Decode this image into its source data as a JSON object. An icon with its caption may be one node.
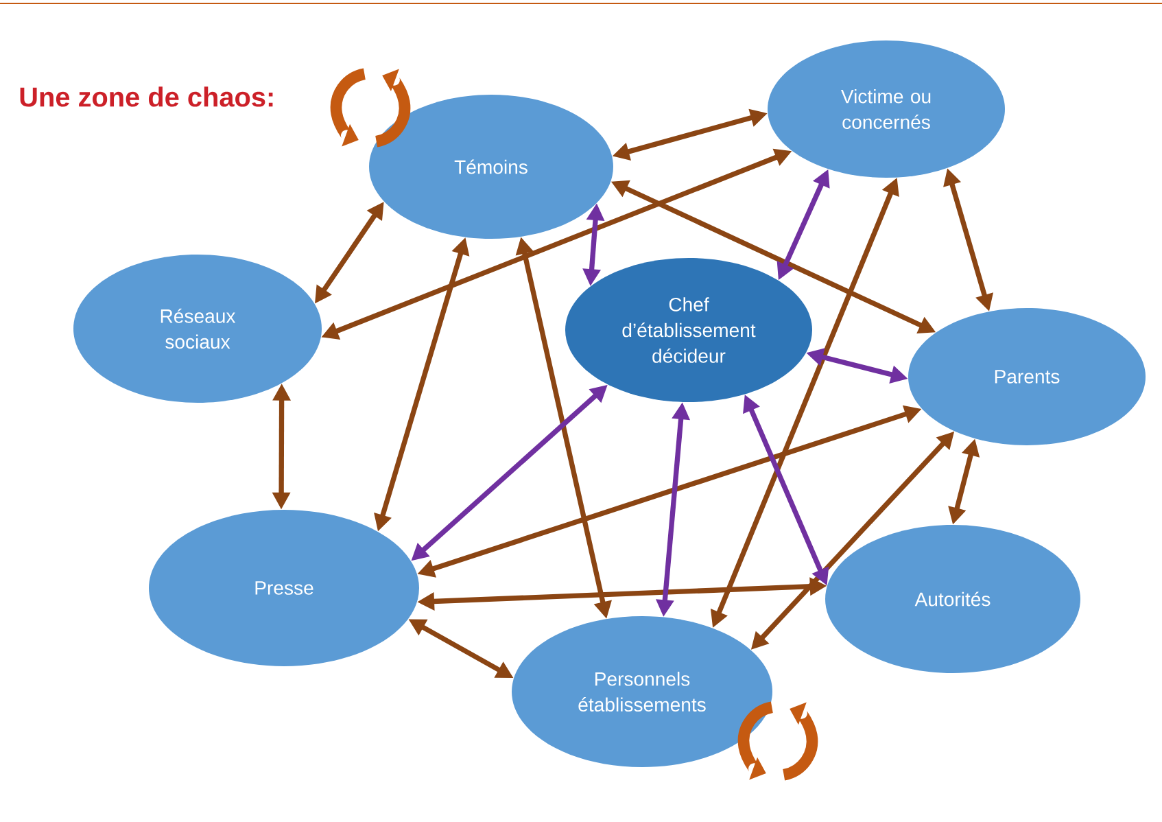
{
  "diagram": {
    "nodes": [
      {
        "text": [
          "Témoins"
        ]
      },
      {
        "text": [
          "Victime ou concernés"
        ]
      },
      {
        "text": [
          "Réseaux sociaux"
        ]
      },
      {
        "text": [
          "Chef d’établissement décideur"
        ]
      },
      {
        "text": [
          "Parents"
        ]
      },
      {
        "text": [
          "Presse"
        ]
      },
      {
        "text": [
          "Autorités"
        ]
      },
      {
        "text": [
          "Personnels établissements"
        ]
      }
    ],
    "edges": [
      {
        "from": 0,
        "to": 1,
        "arrow": "both"
      },
      {
        "from": 2,
        "to": 1,
        "arrow": "both"
      },
      {
        "from": 0,
        "to": 2,
        "arrow": "both"
      },
      {
        "from": 0,
        "to": 4,
        "arrow": "both"
      },
      {
        "from": 0,
        "to": 5,
        "arrow": "both"
      },
      {
        "from": 0,
        "to": 7,
        "arrow": "both"
      },
      {
        "from": 2,
        "to": 5,
        "arrow": "both"
      },
      {
        "from": 1,
        "to": 7,
        "arrow": "both"
      },
      {
        "from": 1,
        "to": 4,
        "arrow": "both"
      },
      {
        "from": 4,
        "to": 5,
        "arrow": "both"
      },
      {
        "from": 4,
        "to": 7,
        "arrow": "both"
      },
      {
        "from": 4,
        "to": 6,
        "arrow": "both"
      },
      {
        "from": 5,
        "to": 6,
        "arrow": "both"
      },
      {
        "from": 5,
        "to": 7,
        "arrow": "both"
      },
      {
        "from": 3,
        "to": 0,
        "arrow": "both",
        "color": "#7030a0"
      },
      {
        "from": 3,
        "to": 1,
        "arrow": "both",
        "color": "#7030a0"
      },
      {
        "from": 3,
        "to": 4,
        "arrow": "both",
        "color": "#7030a0"
      },
      {
        "from": 3,
        "to": 5,
        "arrow": "both",
        "color": "#7030a0"
      },
      {
        "from": 3,
        "to": 7,
        "arrow": "both",
        "color": "#7030a0"
      },
      {
        "from": 3,
        "to": 6,
        "arrow": "both",
        "color": "#7030a0"
      }
    ],
    "labels": [
      "Une zone de chaos:"
    ]
  }
}
